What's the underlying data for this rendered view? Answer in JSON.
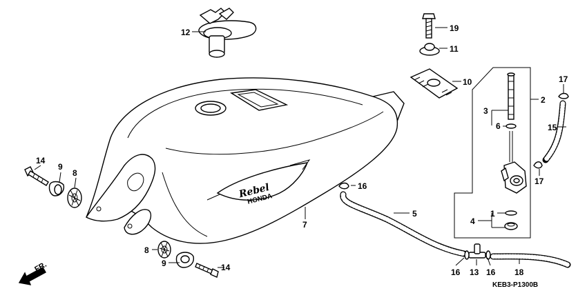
{
  "diagram": {
    "code": "KEB3-P1300B",
    "direction_label": "FR.",
    "badge_text": "Rebel",
    "badge_sub": "HONDA",
    "callouts": {
      "c1": "1",
      "c2": "2",
      "c3": "3",
      "c4": "4",
      "c5": "5",
      "c6": "6",
      "c7": "7",
      "c8a": "8",
      "c8b": "8",
      "c9a": "9",
      "c9b": "9",
      "c10": "10",
      "c11": "11",
      "c12": "12",
      "c13": "13",
      "c14a": "14",
      "c14b": "14",
      "c15": "15",
      "c16a": "16",
      "c16b": "16",
      "c16c": "16",
      "c17a": "17",
      "c17b": "17",
      "c18": "18",
      "c19": "19"
    }
  }
}
